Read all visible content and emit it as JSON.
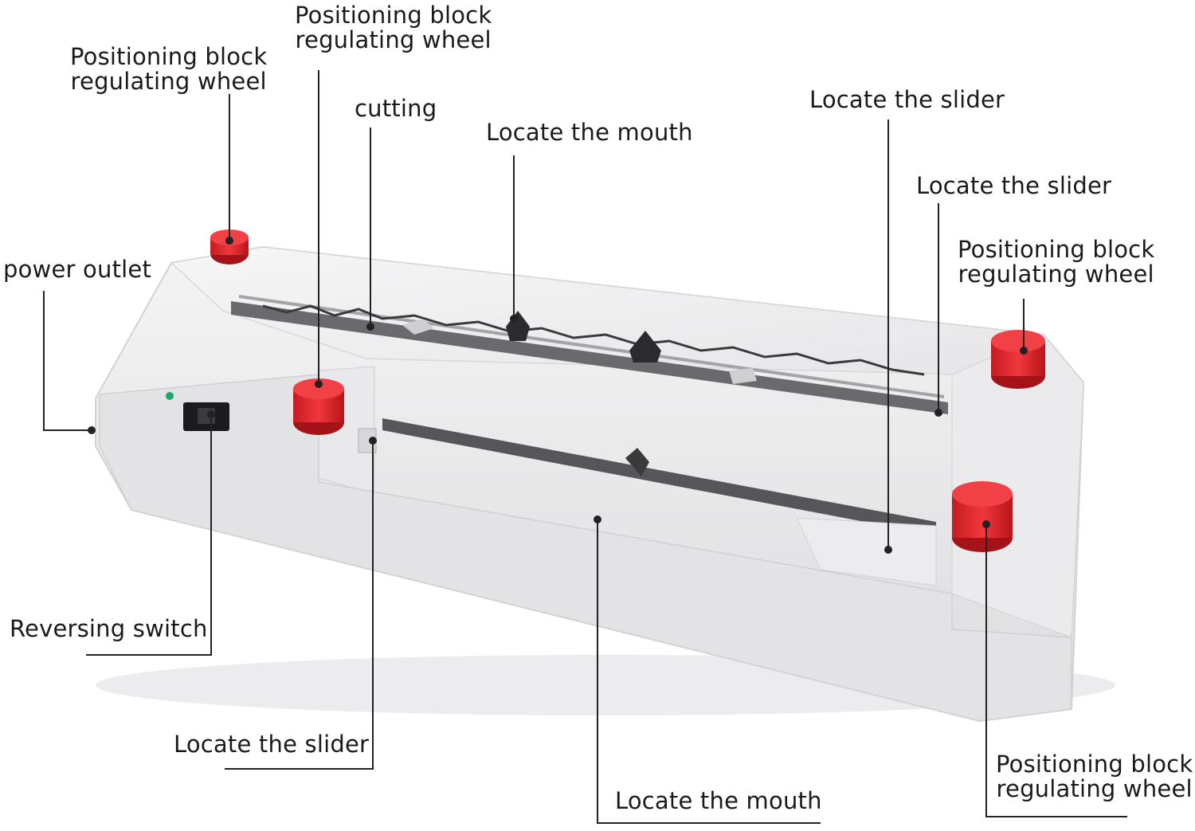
{
  "diagram": {
    "labels": {
      "wheel_top_left": {
        "line1": "Positioning block",
        "line2": "regulating wheel"
      },
      "wheel_top_center": {
        "line1": "Positioning block",
        "line2": "regulating wheel"
      },
      "cutting": "cutting",
      "mouth_top": "Locate the mouth",
      "slider_top_right": "Locate the slider",
      "slider_right": "Locate the slider",
      "wheel_right": {
        "line1": "Positioning block",
        "line2": "regulating wheel"
      },
      "power_outlet": "power outlet",
      "reversing_switch": "Reversing switch",
      "slider_bottom_left": "Locate the slider",
      "mouth_bottom": "Locate the mouth",
      "wheel_bottom_right": {
        "line1": "Positioning block",
        "line2": "regulating wheel"
      }
    },
    "colors": {
      "body": "#eeeeef",
      "knob": "#e4252c",
      "leader": "#222222",
      "text": "#1a1a1a"
    }
  }
}
